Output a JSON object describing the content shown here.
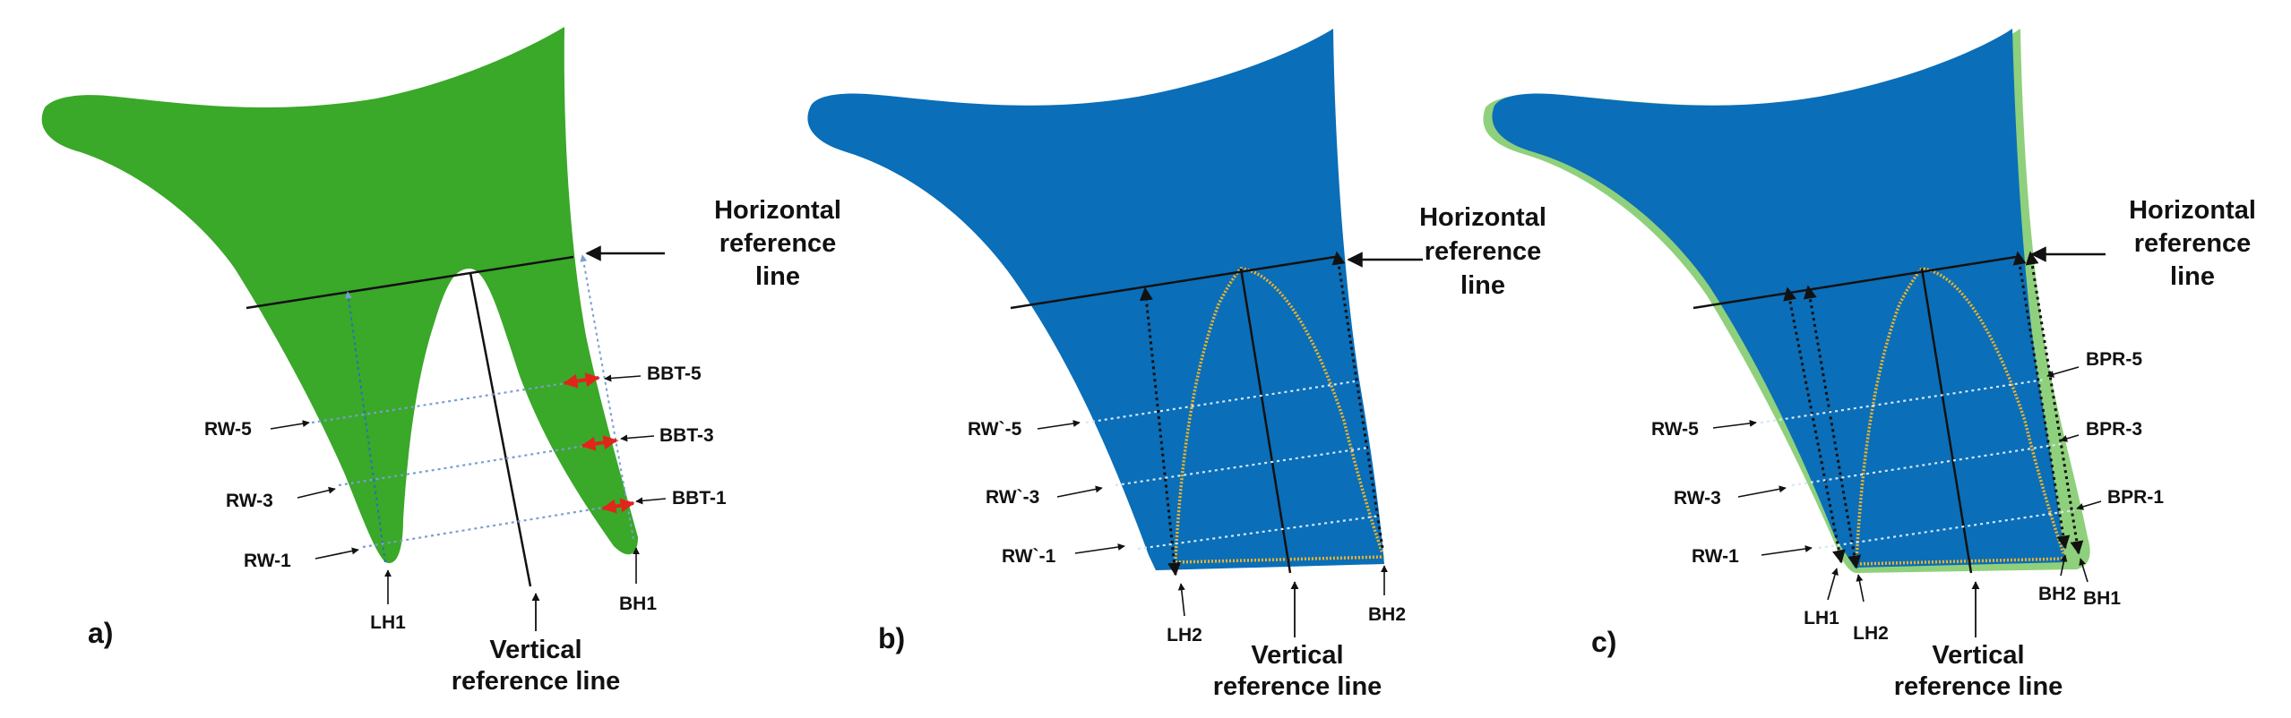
{
  "colors": {
    "green": "#3aa829",
    "light_green": "#8fd07c",
    "blue": "#0a6eb8",
    "yellow": "#f0b429",
    "red": "#e1251b",
    "dots_on_green": "#7a9fd0",
    "dots_on_blue": "#d7e6f2",
    "line": "#111111"
  },
  "panels": [
    {
      "panel_label": "a)",
      "horizontal_label": [
        "Horizontal",
        "reference",
        "line"
      ],
      "vertical_label": [
        "Vertical",
        "reference line"
      ],
      "left_labels": [
        "RW-5",
        "RW-3",
        "RW-1"
      ],
      "right_labels": [
        "BBT-5",
        "BBT-3",
        "BBT-1"
      ],
      "bottom_labels": [
        "LH1",
        "BH1"
      ]
    },
    {
      "panel_label": "b)",
      "horizontal_label": [
        "Horizontal",
        "reference",
        "line"
      ],
      "vertical_label": [
        "Vertical",
        "reference line"
      ],
      "left_labels": [
        "RW`-5",
        "RW`-3",
        "RW`-1"
      ],
      "right_labels": [],
      "bottom_labels": [
        "LH2",
        "BH2"
      ]
    },
    {
      "panel_label": "c)",
      "horizontal_label": [
        "Horizontal",
        "reference",
        "line"
      ],
      "vertical_label": [
        "Vertical",
        "reference line"
      ],
      "left_labels": [
        "RW-5",
        "RW-3",
        "RW-1"
      ],
      "right_labels": [
        "BPR-5",
        "BPR-3",
        "BPR-1"
      ],
      "bottom_labels": [
        "LH1",
        "LH2",
        "BH2",
        "BH1"
      ]
    }
  ]
}
